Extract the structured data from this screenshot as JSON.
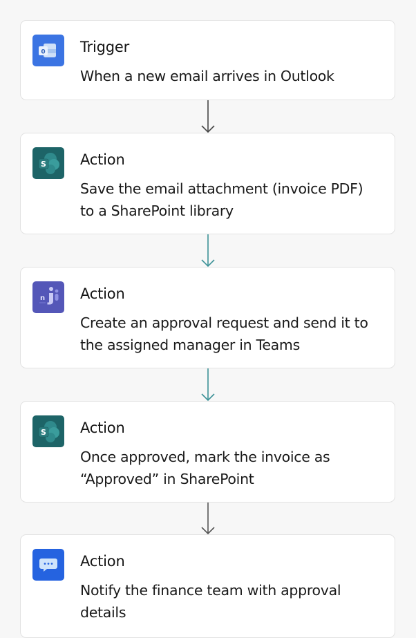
{
  "flow": {
    "steps": [
      {
        "type_label": "Trigger",
        "description": "When a new email arrives in Outlook",
        "icon": "outlook-icon",
        "icon_color": "#3b74e3"
      },
      {
        "type_label": "Action",
        "description": "Save the email attachment (invoice PDF) to a SharePoint library",
        "icon": "sharepoint-icon",
        "icon_color": "#1d6467"
      },
      {
        "type_label": "Action",
        "description": "Create an approval request and send it to the assigned manager in Teams",
        "icon": "teams-icon",
        "icon_color": "#5457b8"
      },
      {
        "type_label": "Action",
        "description": "Once approved, mark the invoice as “Approved” in SharePoint",
        "icon": "sharepoint-icon",
        "icon_color": "#1d6467"
      },
      {
        "type_label": "Action",
        "description": "Notify the finance team with approval details",
        "icon": "chat-message-icon",
        "icon_color": "#2563e0"
      }
    ],
    "connectors": [
      {
        "color": "#444444"
      },
      {
        "color": "#3b9196"
      },
      {
        "color": "#3b9196"
      },
      {
        "color": "#555555"
      }
    ]
  }
}
